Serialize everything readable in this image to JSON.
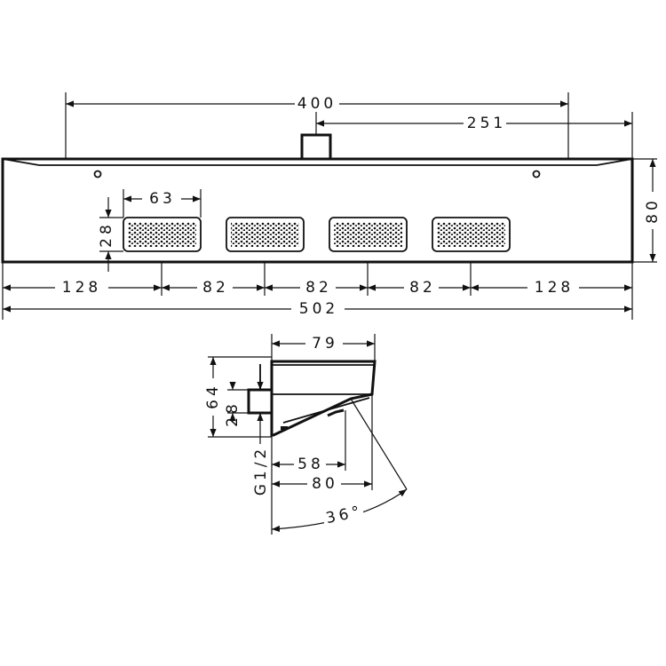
{
  "front_view": {
    "dims": {
      "width_400": "400",
      "offset_251": "251",
      "height_80": "80",
      "nozzle_w_63": "63",
      "nozzle_h_28": "28",
      "seg_left_128": "128",
      "seg_82_a": "82",
      "seg_82_b": "82",
      "seg_82_c": "82",
      "seg_right_128": "128",
      "total_502": "502"
    },
    "nozzle_count": 4
  },
  "side_view": {
    "dims": {
      "depth_79": "79",
      "height_64": "64",
      "connector_28": "28",
      "thread_g12": "G1/2",
      "dist_58": "58",
      "depth_80": "80",
      "angle_36": "36°"
    }
  },
  "colors": {
    "line": "#111111",
    "background": "#ffffff"
  }
}
